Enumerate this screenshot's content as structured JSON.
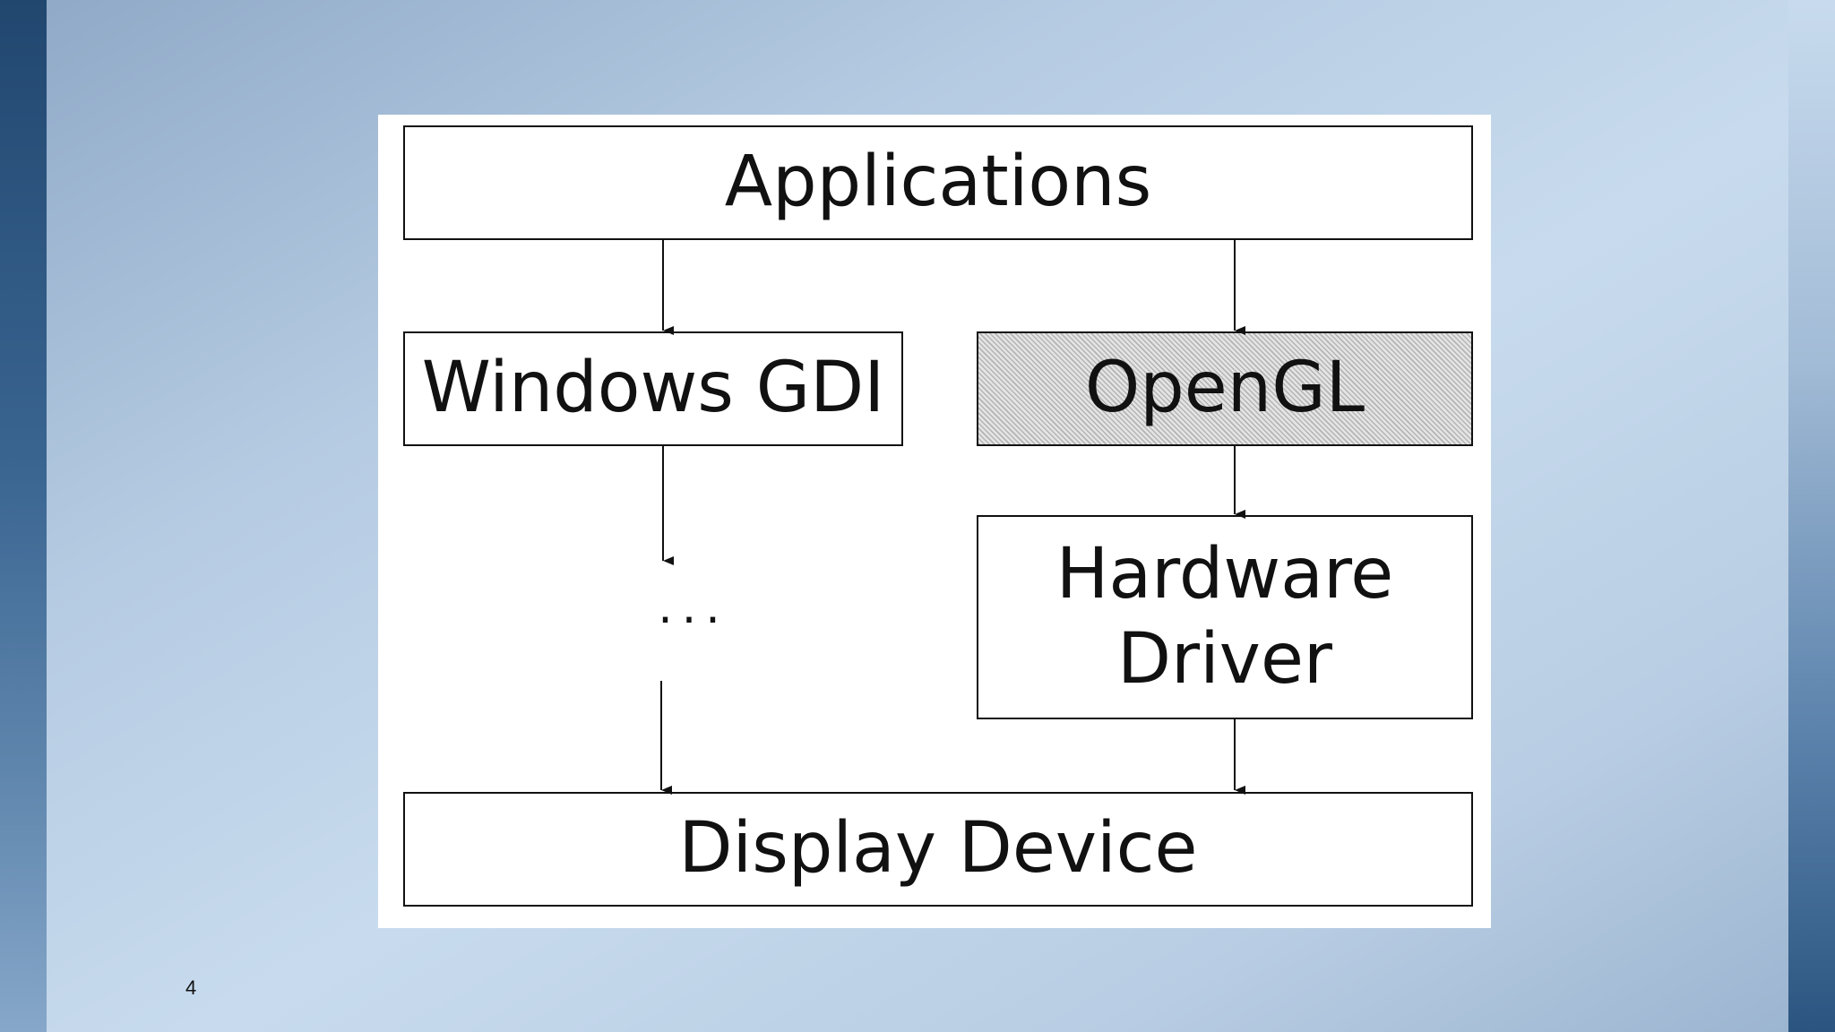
{
  "slide": {
    "number": "4"
  },
  "diagram": {
    "applications": "Applications",
    "windows_gdi": "Windows GDI",
    "opengl": "OpenGL",
    "hardware_driver_line1": "Hardware",
    "hardware_driver_line2": "Driver",
    "ellipsis": "...",
    "display_device": "Display Device"
  },
  "colors": {
    "box_border": "#111111",
    "opengl_fill": "hatched-gray",
    "panel": "#ffffff"
  }
}
